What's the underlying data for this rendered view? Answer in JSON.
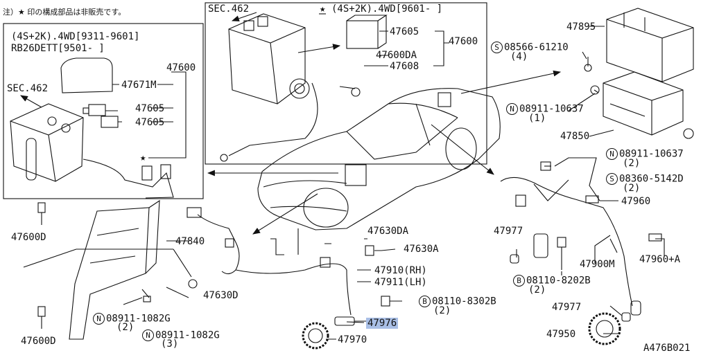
{
  "header_note": "注）★ 印の構成部品は非販売です。",
  "figure_id": "A476B021",
  "left_box": {
    "spec_line1": "(4S+2K).4WD[9311-9601]",
    "spec_line2": "RB26DETT[9501-     ]",
    "assembly": "47600",
    "sec_ref": "SEC.462",
    "parts": [
      "47671M",
      "47605",
      "47605"
    ]
  },
  "top_box": {
    "spec": "(4S+2K).4WD[9601-     ]",
    "sec_ref": "SEC.462",
    "assembly": "47600",
    "parts": [
      "47605",
      "47600DA",
      "47608"
    ]
  },
  "labels": {
    "p47840": "47840",
    "p47600D_a": "47600D",
    "p47600D_b": "47600D",
    "n1082_a": "08911-1082G",
    "n1082_a_qty": "(2)",
    "n1082_b": "08911-1082G",
    "n1082_b_qty": "(3)",
    "p47630D": "47630D",
    "p47630DA": "47630DA",
    "p47630A": "47630A",
    "p47910": "47910(RH)",
    "p47911": "47911(LH)",
    "b8302": "08110-8302B",
    "b8302_qty": "(2)",
    "p47976": "47976",
    "p47970": "47970",
    "p47895": "47895",
    "s61210": "08566-61210",
    "s61210_qty": "(4)",
    "n10637_a": "08911-10637",
    "n10637_a_qty": "(1)",
    "p47850": "47850",
    "n10637_b": "08911-10637",
    "n10637_b_qty": "(2)",
    "s5142": "08360-5142D",
    "s5142_qty": "(2)",
    "p47960": "47960",
    "p47977_a": "47977",
    "p47900M": "47900M",
    "p47960A": "47960+A",
    "b8202": "08110-8202B",
    "b8202_qty": "(2)",
    "p47977_b": "47977",
    "p47950": "47950"
  },
  "symbols": {
    "N": "N",
    "S": "S",
    "B": "B",
    "star": "★"
  },
  "colors": {
    "line": "#111111",
    "highlight": "#a9bfe6"
  }
}
